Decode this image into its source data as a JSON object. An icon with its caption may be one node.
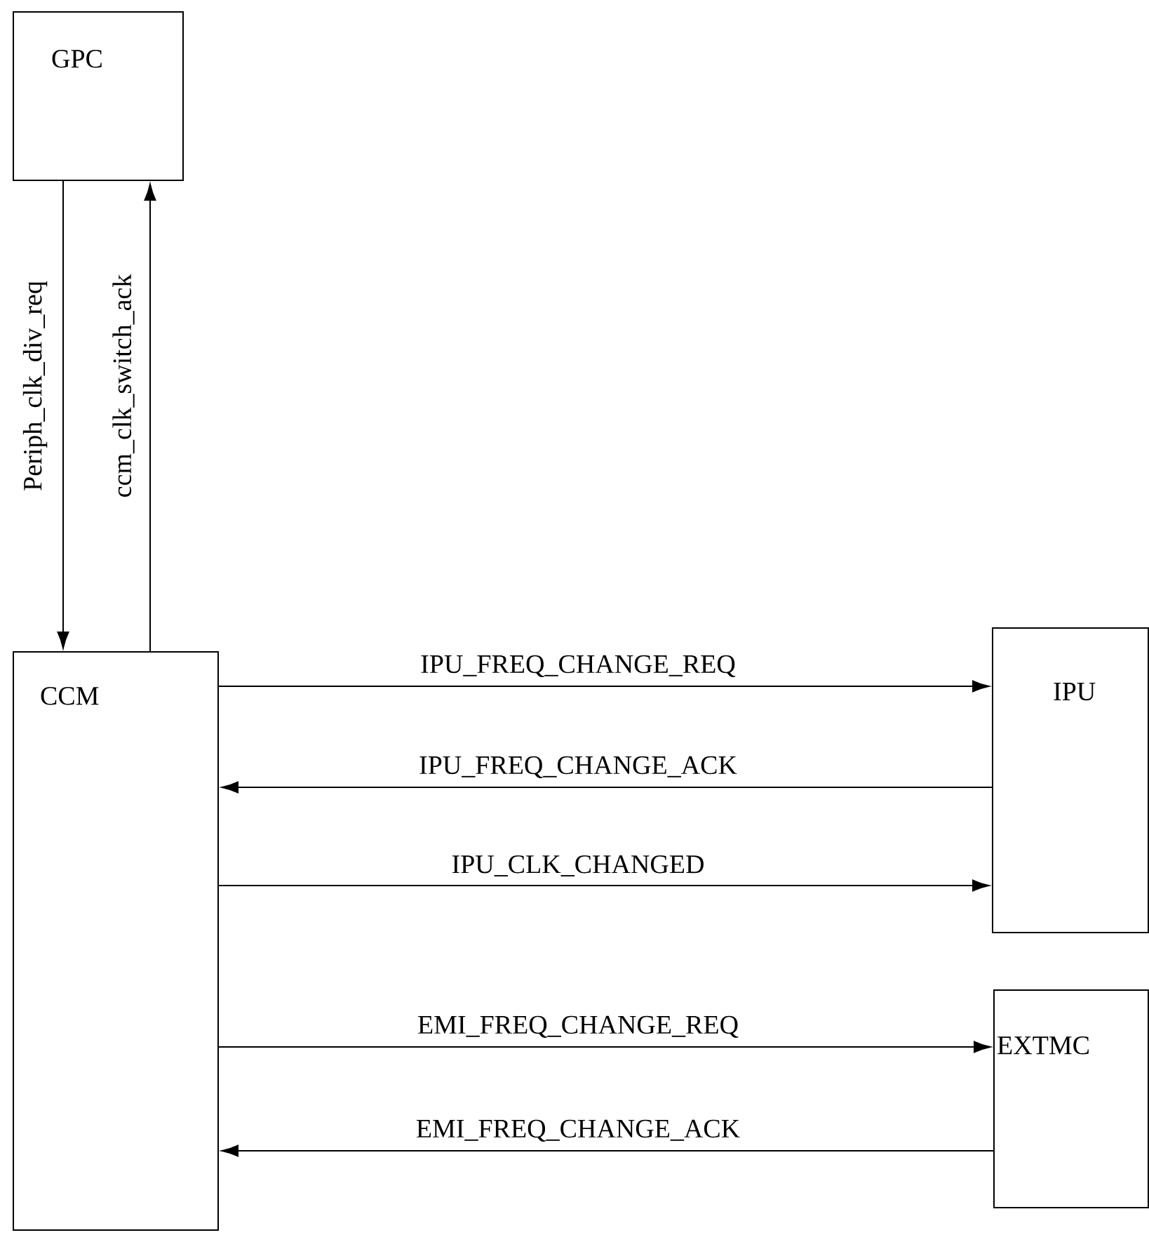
{
  "diagram": {
    "nodes": [
      {
        "text": [
          "GPC"
        ]
      },
      {
        "text": [
          "CCM"
        ]
      },
      {
        "text": [
          "IPU"
        ]
      },
      {
        "text": [
          "EXTMC"
        ]
      }
    ],
    "edges": [
      {
        "from": 0,
        "to": 1,
        "arrow": "to",
        "label": "Periph_clk_div_req"
      },
      {
        "from": 1,
        "to": 0,
        "arrow": "to",
        "label": "ccm_clk_switch_ack"
      },
      {
        "from": 1,
        "to": 2,
        "arrow": "to",
        "label": "IPU_FREQ_CHANGE_REQ"
      },
      {
        "from": 2,
        "to": 1,
        "arrow": "to",
        "label": "IPU_FREQ_CHANGE_ACK"
      },
      {
        "from": 1,
        "to": 2,
        "arrow": "to",
        "label": "IPU_CLK_CHANGED"
      },
      {
        "from": 1,
        "to": 3,
        "arrow": "to",
        "label": "EMI_FREQ_CHANGE_REQ"
      },
      {
        "from": 3,
        "to": 1,
        "arrow": "to",
        "label": "EMI_FREQ_CHANGE_ACK"
      }
    ]
  }
}
